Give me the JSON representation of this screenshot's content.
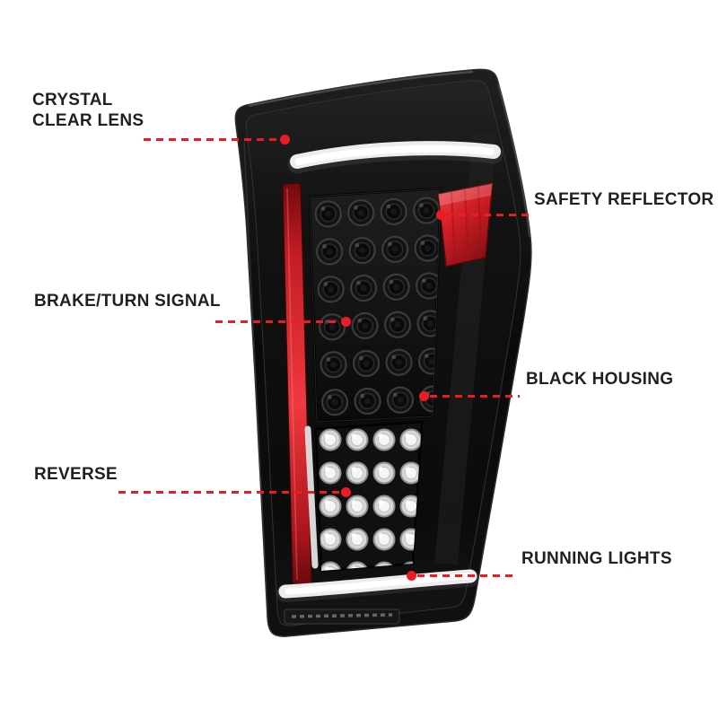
{
  "page": {
    "background_color": "#ffffff"
  },
  "diagram": {
    "subject": "LED tail light feature callout diagram",
    "callouts": [
      {
        "id": "crystal-clear-lens",
        "label": "CRYSTAL CLEAR LENS",
        "side": "left"
      },
      {
        "id": "safety-reflector",
        "label": "SAFETY REFLECTOR",
        "side": "right"
      },
      {
        "id": "brake-turn-signal",
        "label": "BRAKE/TURN SIGNAL",
        "side": "left"
      },
      {
        "id": "black-housing",
        "label": "BLACK HOUSING",
        "side": "right"
      },
      {
        "id": "reverse",
        "label": "REVERSE",
        "side": "left"
      },
      {
        "id": "running-lights",
        "label": "RUNNING LIGHTS",
        "side": "right"
      }
    ],
    "colors": {
      "callout_accent": "#ed1c24",
      "label_text": "#231f20",
      "housing_black": "#0a0a0a",
      "light_bar_white": "#f2f2f2",
      "reflector_red": "#d41f27",
      "background": "#ffffff"
    }
  }
}
